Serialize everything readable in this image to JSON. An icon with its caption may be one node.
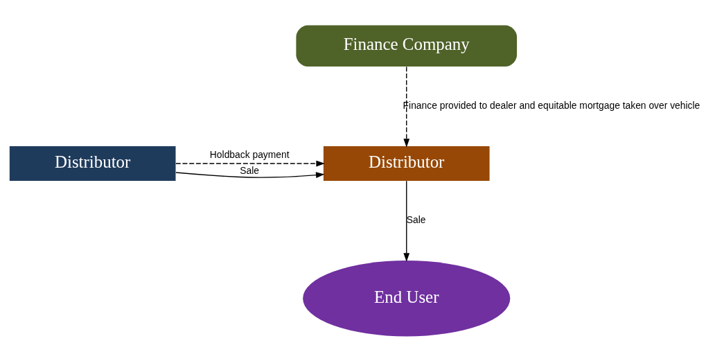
{
  "diagram": {
    "nodes": [
      {
        "text": [
          "Finance Company"
        ]
      },
      {
        "text": [
          "Distributor"
        ]
      },
      {
        "text": [
          "Distributor"
        ]
      },
      {
        "text": [
          "End User"
        ]
      }
    ],
    "edges": [
      {
        "from": 0,
        "to": 2,
        "arrow": "to",
        "style": "dashed",
        "label": "Finance provided to dealer and equitable mortgage taken over vehicle"
      },
      {
        "from": 1,
        "to": 2,
        "arrow": "to",
        "label": "Sale"
      },
      {
        "from": 1,
        "to": 2,
        "arrow": "to",
        "style": "dashed",
        "label": "Holdback payment"
      },
      {
        "from": 2,
        "to": 3,
        "arrow": "to",
        "label": "Sale"
      }
    ]
  }
}
